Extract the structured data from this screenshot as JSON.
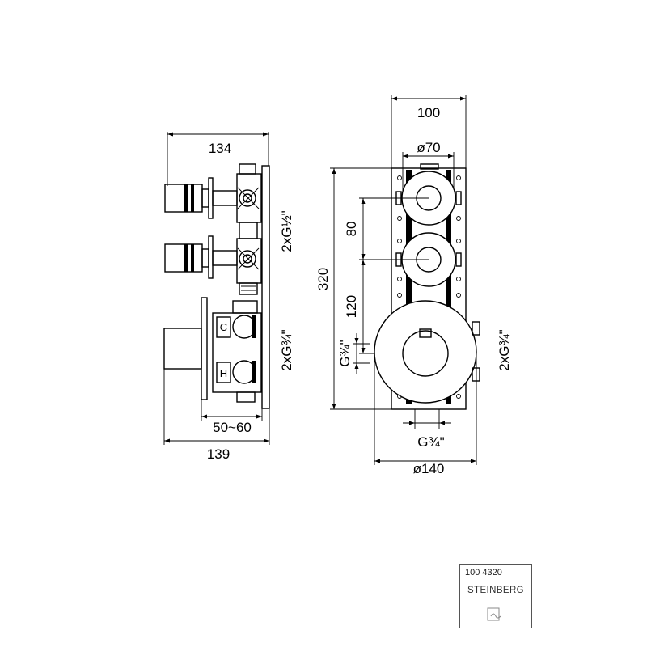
{
  "side_view": {
    "dim_top": "134",
    "dim_bottom": "139",
    "dim_depth": "50~60",
    "thread_upper": "2xG½\"",
    "thread_lower": "2xG¾\"",
    "label_cold": "C",
    "label_hot": "H"
  },
  "front_view": {
    "dim_width": "100",
    "dim_knob": "ø70",
    "dim_height": "320",
    "dim_spacing_upper": "80",
    "dim_spacing_lower": "120",
    "thread_left": "G¾\"",
    "thread_right": "2xG¾\"",
    "thread_bottom": "G¾\"",
    "dim_rosette": "ø140"
  },
  "title_block": {
    "code": "100 4320",
    "brand": "STEINBERG"
  }
}
